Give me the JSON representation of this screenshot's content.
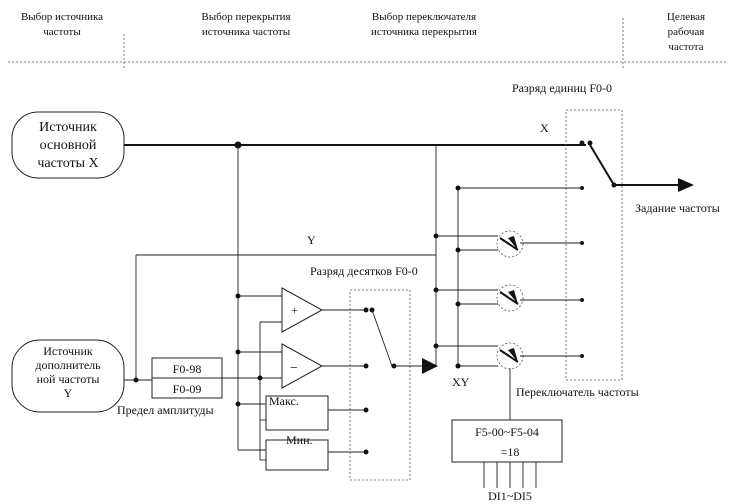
{
  "header": {
    "col1": [
      "Выбор источника",
      "частоты"
    ],
    "col2": [
      "Выбор перекрытия",
      "источника частоты"
    ],
    "col3": [
      "Выбор переключателя",
      "источника перекрытия"
    ],
    "col4": [
      "Целевая",
      "рабочая",
      "частота"
    ]
  },
  "main_source": [
    "Источник",
    "основной",
    "частоты X"
  ],
  "aux_source": [
    "Источник",
    "дополнитель",
    "ной частоты",
    "Y"
  ],
  "amp_limit_box": [
    "F0-98",
    "F0-09"
  ],
  "amp_limit_label": "Предел амплитуды",
  "label_x": "X",
  "label_y": "Y",
  "label_xy": "XY",
  "units_digit": "Разряд единиц F0-0",
  "tens_digit": "Разряд десятков F0-0",
  "freq_setting": "Задание частоты",
  "freq_switch": "Переключатель частоты",
  "max_label": "Макс.",
  "min_label": "Мин.",
  "plus_sign": "+",
  "minus_sign": "−",
  "f5_box": [
    "F5-00~F5-04",
    "=18"
  ],
  "di_label": "DI1~DI5"
}
